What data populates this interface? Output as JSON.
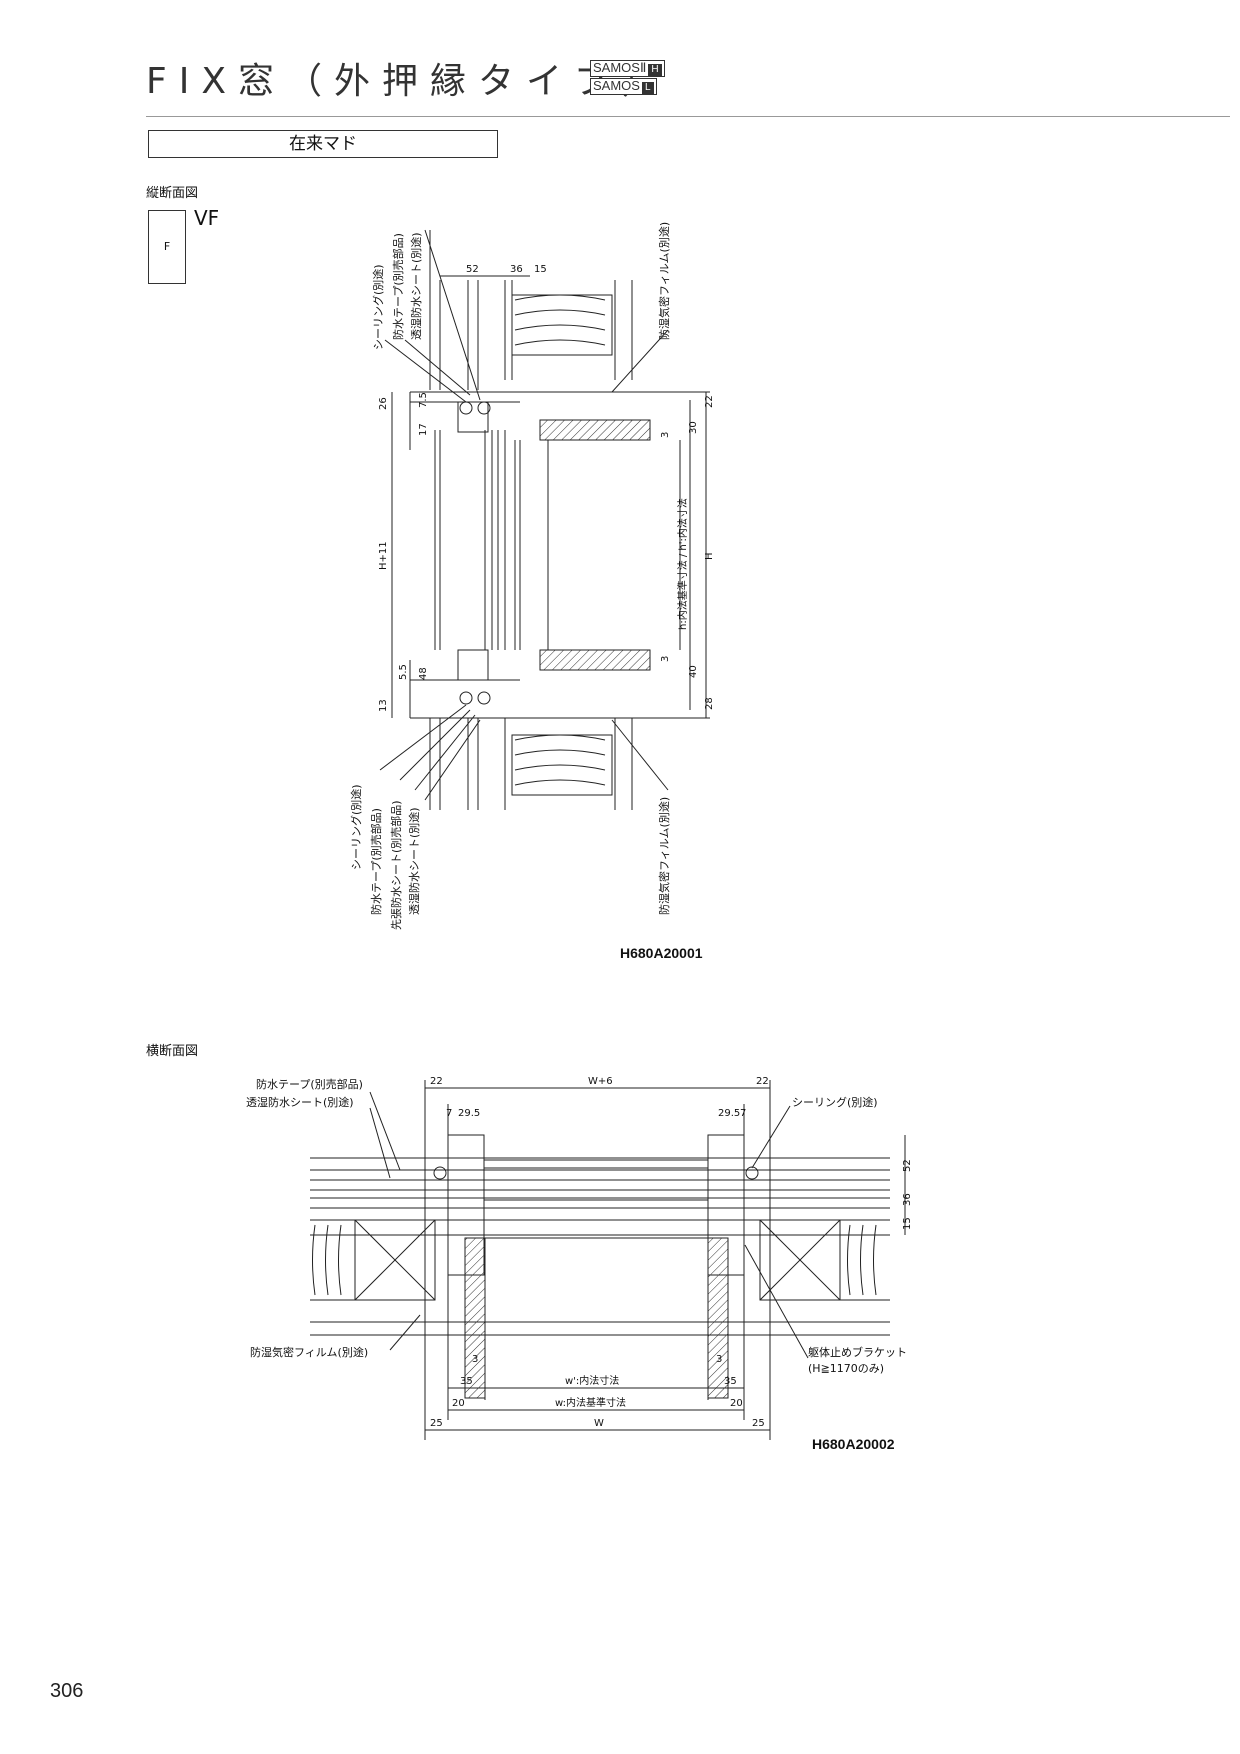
{
  "header": {
    "title": "FIX窓（外押縁タイプ）",
    "series_badges": [
      {
        "name": "SAMOSⅡ",
        "mark": "H"
      },
      {
        "name": "SAMOS",
        "mark": "L"
      }
    ]
  },
  "method": "在来マド",
  "vertical_section": {
    "label": "縦断面図",
    "type_box": "F",
    "type_code": "VF",
    "dims_top": [
      "52",
      "36",
      "15"
    ],
    "dims_left": [
      "26",
      "7.5",
      "17",
      "H+11",
      "5.5",
      "48",
      "13"
    ],
    "dims_right": [
      "22",
      "30",
      "3",
      "h:内法基準寸法 / h':内法寸法",
      "H",
      "3",
      "40",
      "28"
    ],
    "notes_top": [
      "シーリング(別途)",
      "防水テープ(別売部品)",
      "透湿防水シート(別途)",
      "防湿気密フィルム(別途)"
    ],
    "notes_bottom": [
      "シーリング(別途)",
      "防水テープ(別売部品)",
      "先張防水シート(別売部品)",
      "透湿防水シート(別途)",
      "防湿気密フィルム(別途)"
    ],
    "drawing_code": "H680A20001"
  },
  "horizontal_section": {
    "label": "横断面図",
    "dims_top": [
      "22",
      "W+6",
      "22",
      "7",
      "29.5",
      "29.5",
      "7"
    ],
    "dims_right": [
      "52",
      "36",
      "15"
    ],
    "dims_bottom": [
      "3",
      "3",
      "35",
      "w':内法寸法",
      "35",
      "20",
      "w:内法基準寸法",
      "20",
      "25",
      "W",
      "25"
    ],
    "notes": [
      "防水テープ(別売部品)",
      "透湿防水シート(別途)",
      "シーリング(別途)",
      "防湿気密フィルム(別途)",
      "躯体止めブラケット",
      "(H≧1170のみ)"
    ],
    "drawing_code": "H680A20002"
  },
  "page_number": "306"
}
